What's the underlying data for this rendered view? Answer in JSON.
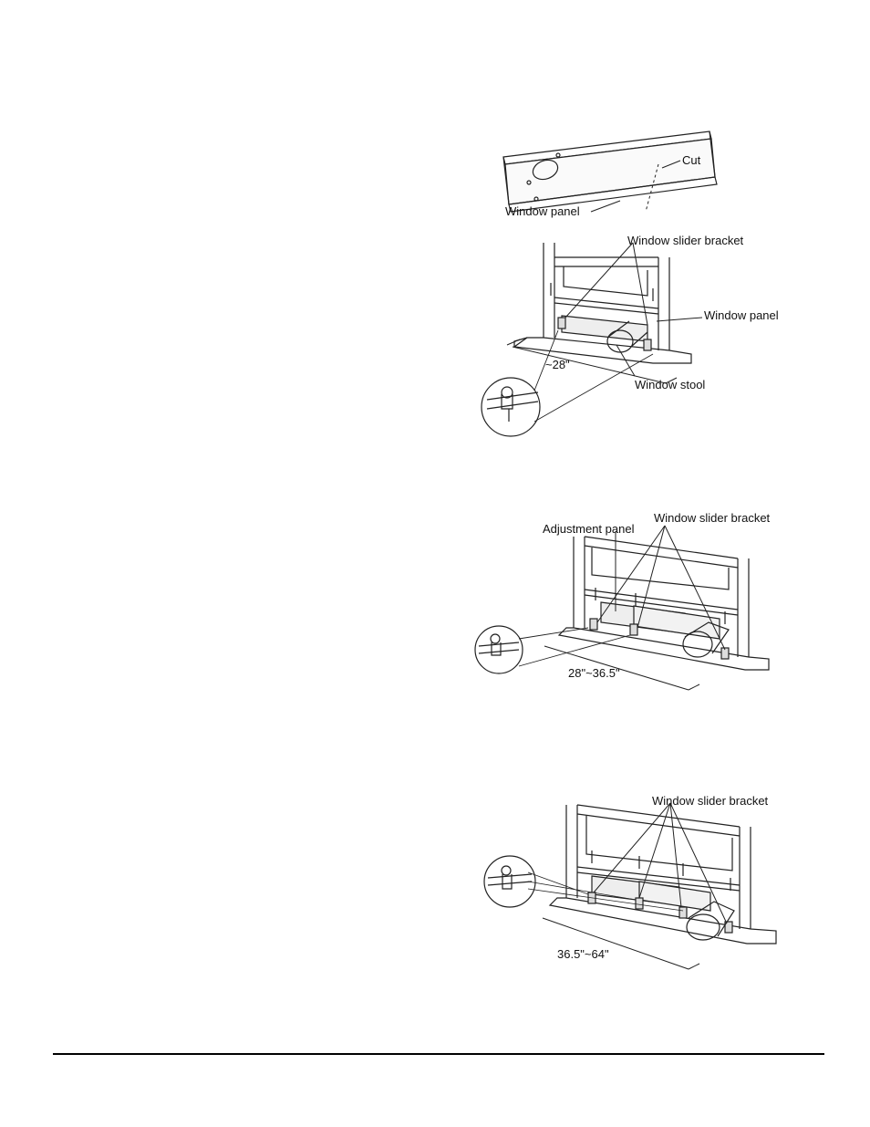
{
  "figure1": {
    "panel_labels": {
      "cut": "Cut",
      "window_panel": "Window panel"
    },
    "window_labels": {
      "bracket": "Window slider bracket",
      "window_panel": "Window panel",
      "stool": "Window stool",
      "width": "~28\""
    }
  },
  "figure2": {
    "adjustment_panel": "Adjustment panel",
    "bracket": "Window slider bracket",
    "width": "28\"~36.5\""
  },
  "figure3": {
    "bracket": "Window slider bracket",
    "width": "36.5\"~64\""
  }
}
